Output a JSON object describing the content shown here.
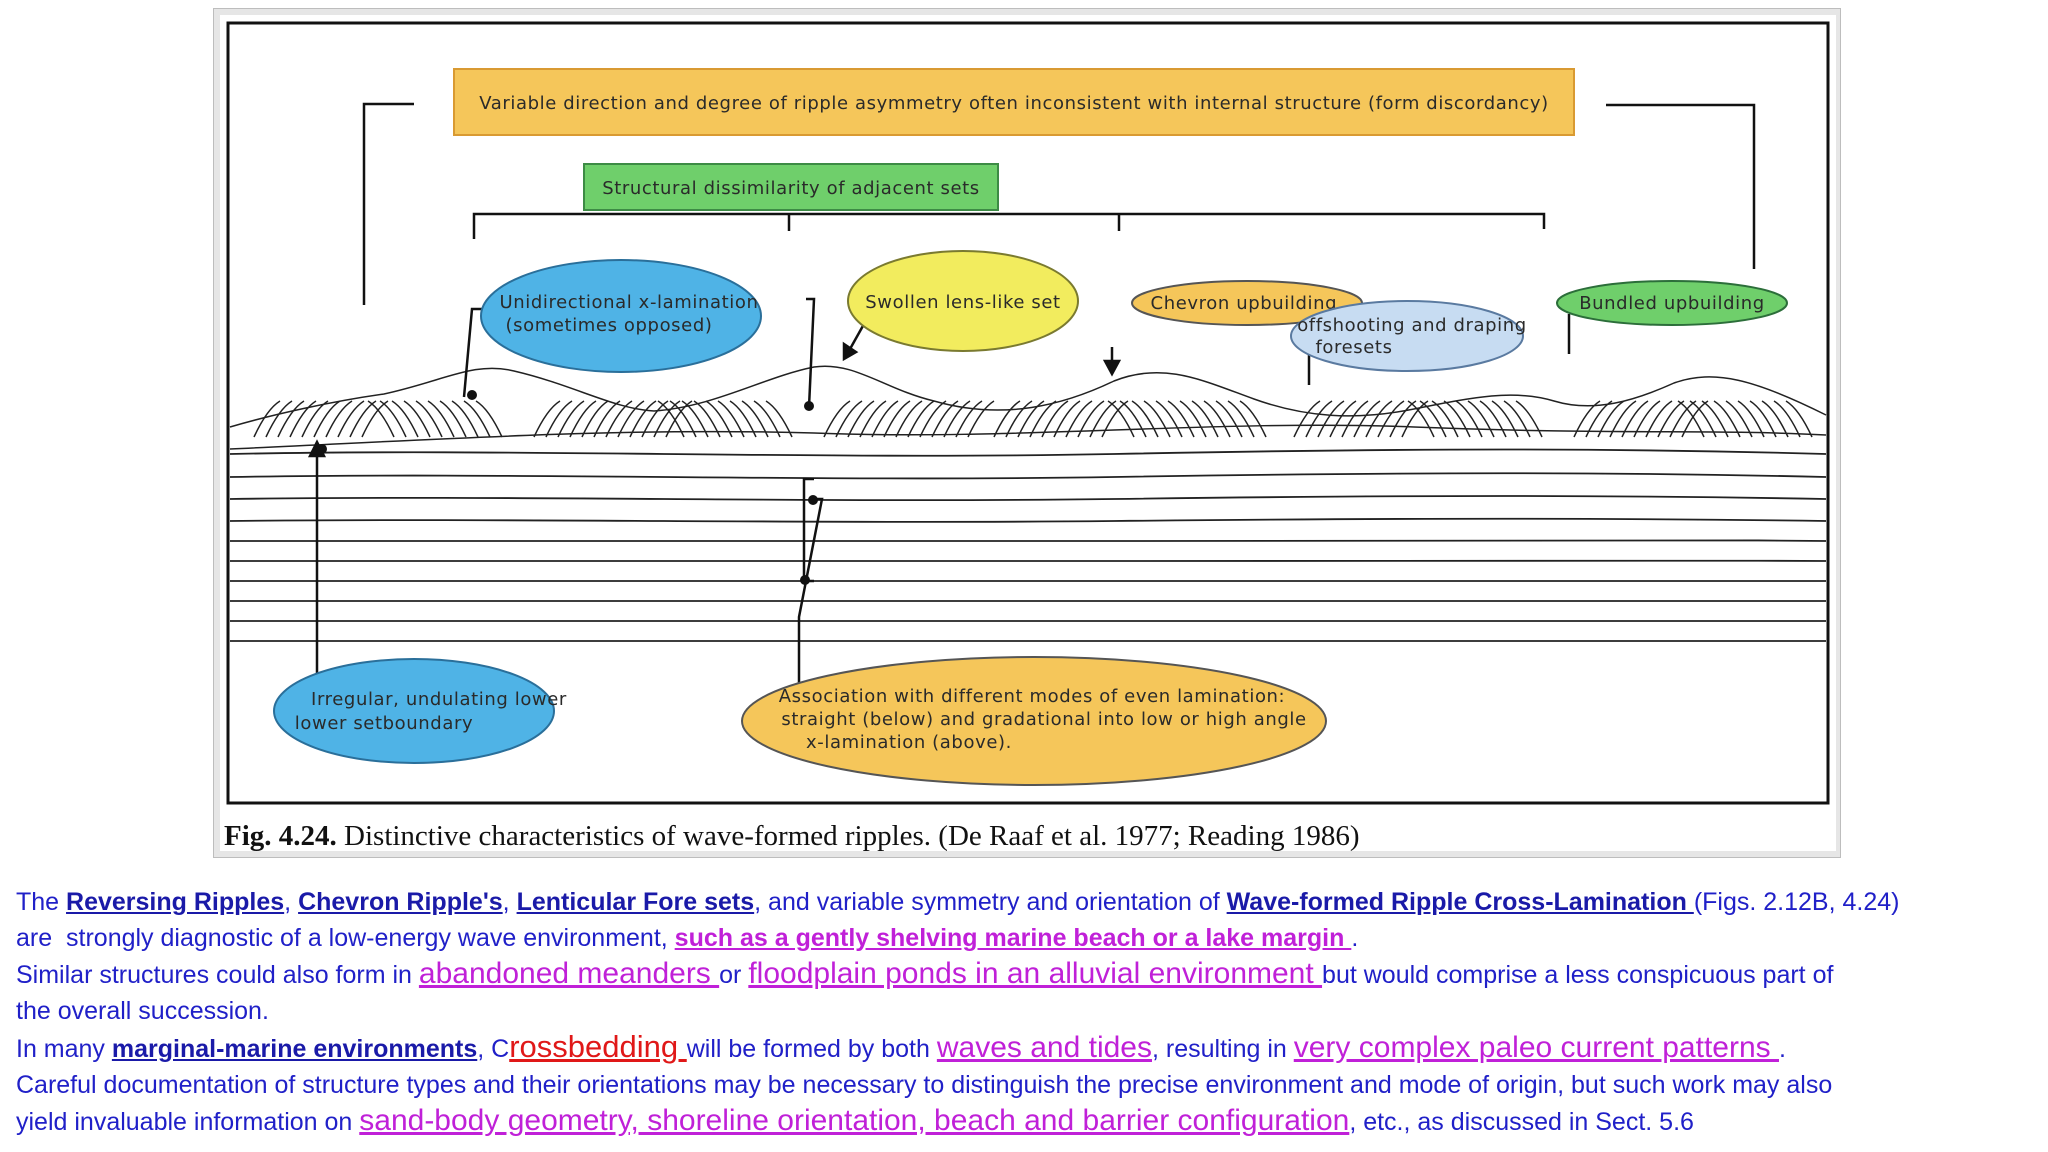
{
  "figure": {
    "labels": {
      "form_discordancy": "Variable direction and degree of ripple asymmetry often inconsistent with internal structure (form discordancy)",
      "structural_dissimilarity": "Structural dissimilarity of adjacent sets",
      "unidirectional_line1": "Unidirectional x-lamination",
      "unidirectional_line2": "(sometimes opposed)",
      "swollen_lens": "Swollen lens-like set",
      "chevron_upbuilding": "Chevron upbuilding,",
      "offshooting_line1": "offshooting and draping",
      "offshooting_line2": "foresets",
      "bundled_upbuilding": "Bundled upbuilding",
      "irregular_line1": "Irregular, undulating lower",
      "irregular_line2": "lower setboundary",
      "association_line1": "Association with different modes of even lamination:",
      "association_line2": "straight (below) and gradational into low or high angle",
      "association_line3": "x-lamination (above)."
    },
    "caption_bold": "Fig. 4.24.",
    "caption_text": " Distinctive characteristics of wave-formed ripples. (De Raaf et al. 1977; Reading 1986)",
    "colors": {
      "orange": "#f5c65a",
      "green": "#6fcf6b",
      "blue": "#4fb3e6",
      "yellow": "#f2ec5e",
      "light_blue": "#c7dcf2"
    }
  },
  "text": {
    "p1": {
      "t1": "The ",
      "reversing": "Reversing Ripples",
      "t2": ", ",
      "chevron": "Chevron Ripple's",
      "t3": ", ",
      "lenticular": "Lenticular Fore sets",
      "t4": ", and variable symmetry and orientation of ",
      "wave_formed": "Wave-formed Ripple Cross-Lamination ",
      "t5": "(Figs. 2.12B, 4.24)"
    },
    "p2": {
      "t1": "are  strongly diagnostic of a low-energy wave environment, ",
      "shelving": "such as a gently shelving marine beach or a lake margin ",
      "t2": "."
    },
    "p3": {
      "t1": "Similar structures could also form in ",
      "abandoned": "abandoned meanders ",
      "t2": "or ",
      "floodplain": "floodplain ponds in an alluvial environment ",
      "t3": "but would comprise a less conspicuous part of"
    },
    "p4": {
      "t1": "the overall succession."
    },
    "p5": {
      "t1": "In many ",
      "marginal": "marginal-marine environments",
      "t2": ", C",
      "rossbedding": "rossbedding ",
      "t3": "will be formed by both ",
      "waves_tides": "waves and tides",
      "t4": ", resulting in ",
      "complex": "very complex paleo current patterns ",
      "t5": "."
    },
    "p6": {
      "t1": "Careful documentation of structure types and their orientations may be necessary to distinguish the precise environment and mode of origin, but such work may also"
    },
    "p7": {
      "t1": "yield invaluable information on ",
      "sandbody": "sand-body geometry, shoreline orientation, beach and barrier configuration",
      "t2": ", etc., as discussed in Sect. 5.6"
    }
  }
}
